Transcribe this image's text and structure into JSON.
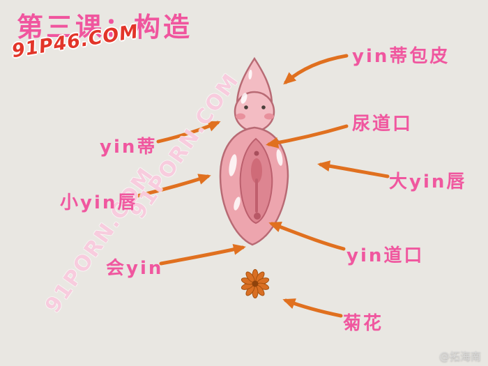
{
  "title": "第三课：构造",
  "watermarks": {
    "red": "91P46.COM",
    "diagonal": "91PORN.COM",
    "credit": "@拓海南"
  },
  "labels": {
    "clitoral_hood": "yin蒂包皮",
    "urethra": "尿道口",
    "labia_majora": "大yin唇",
    "vaginal_opening": "yin道口",
    "anus": "菊花",
    "clitoris": "yin蒂",
    "labia_minora": "小yin唇",
    "perineum": "会yin"
  },
  "colors": {
    "background": "#e9e7e2",
    "label_pink": "#f0579f",
    "arrow_orange": "#e0701f",
    "body_pink": "#eda5ae",
    "inner_pink": "#dd8591",
    "watermark_red": "#e23529"
  }
}
